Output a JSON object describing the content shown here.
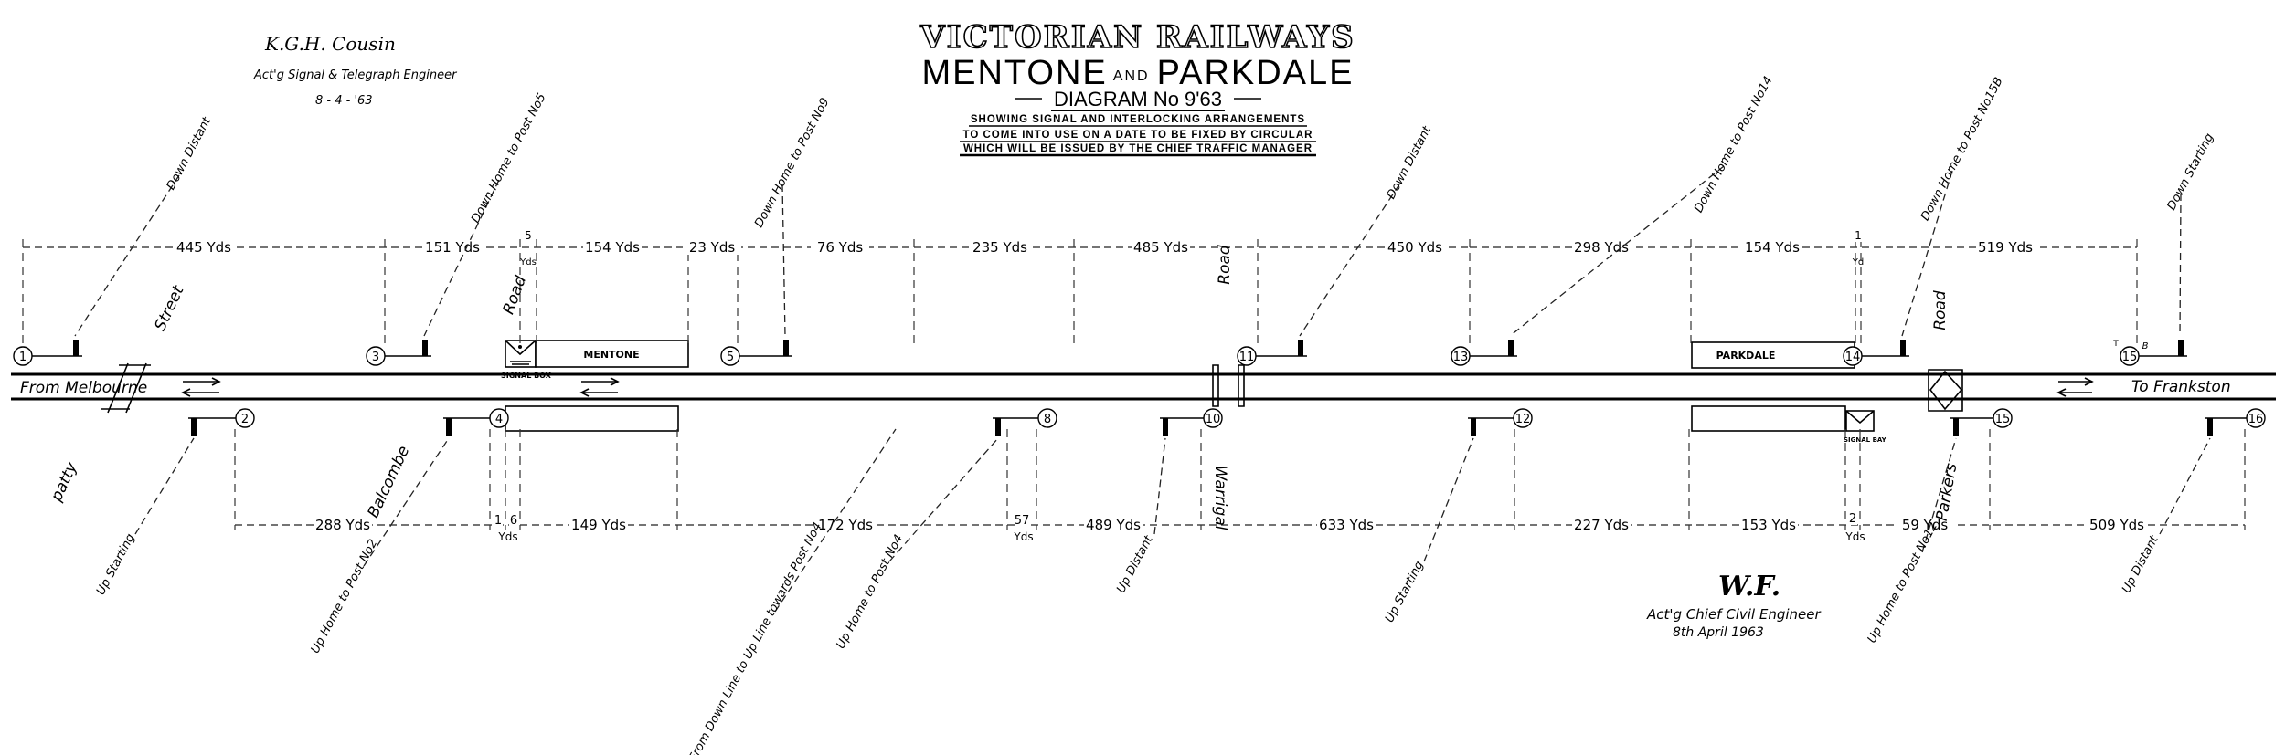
{
  "title": {
    "line1": "VICTORIAN RAILWAYS",
    "line2a": "MENTONE",
    "line2b": "AND",
    "line2c": "PARKDALE",
    "diagram": "DIAGRAM No 9'63",
    "sub1": "SHOWING SIGNAL AND INTERLOCKING ARRANGEMENTS",
    "sub2": "TO COME INTO USE ON A DATE TO BE FIXED BY CIRCULAR",
    "sub3": "WHICH WILL BE ISSUED BY THE CHIEF TRAFFIC MANAGER"
  },
  "signatures": {
    "left": {
      "name": "K.G.H. Cousin",
      "role": "Act'g Signal & Telegraph Engineer",
      "date": "8 - 4 - '63"
    },
    "right": {
      "name": "W.F.",
      "role": "Act'g Chief Civil Engineer",
      "date": "8th April 1963"
    }
  },
  "directions": {
    "from": "From Melbourne",
    "to": "To Frankston"
  },
  "stations": {
    "mentone": "MENTONE",
    "parkdale": "PARKDALE",
    "signal_box": "SIGNAL BOX",
    "signal_bay": "SIGNAL BAY"
  },
  "streets": [
    "Street",
    "Road",
    "patty",
    "Balcombe",
    "Road",
    "Warrigal",
    "Road",
    "Parkers"
  ],
  "top_signals": [
    "1",
    "3",
    "5",
    "11",
    "13",
    "14",
    "15"
  ],
  "top_signal_extra": {
    "t": "T",
    "b": "B"
  },
  "bottom_signals": [
    "2",
    "4",
    "8",
    "10",
    "12",
    "15",
    "16"
  ],
  "top_labels": [
    "Down Distant",
    "Down Home to Post No5",
    "Down Home to Post No9",
    "Down Distant",
    "Down Home to Post No14",
    "Down Home to Post No15B",
    "Down Starting"
  ],
  "bottom_labels": [
    "Up Starting",
    "Up Home to Post No2",
    "From Down Line to Up Line towards Post No4",
    "Up Home to Post No4",
    "Up Distant",
    "Up Starting",
    "Up Home to Post No12",
    "Up Distant"
  ],
  "top_distances": [
    "445 Yds",
    "151 Yds",
    "5",
    "154 Yds",
    "23 Yds",
    "76 Yds",
    "235 Yds",
    "485 Yds",
    "450 Yds",
    "298 Yds",
    "154 Yds",
    "1",
    "519 Yds"
  ],
  "top_distance_units": {
    "five": "Yds",
    "one": "Yd"
  },
  "bottom_distances": [
    "288 Yds",
    "1",
    "6",
    "149 Yds",
    "172 Yds",
    "57",
    "489 Yds",
    "633 Yds",
    "227 Yds",
    "153 Yds",
    "2",
    "59 Yds",
    "509 Yds"
  ],
  "bottom_distance_units": {
    "one_six": "Yds",
    "fiftyseven": "Yds",
    "two": "Yds"
  }
}
